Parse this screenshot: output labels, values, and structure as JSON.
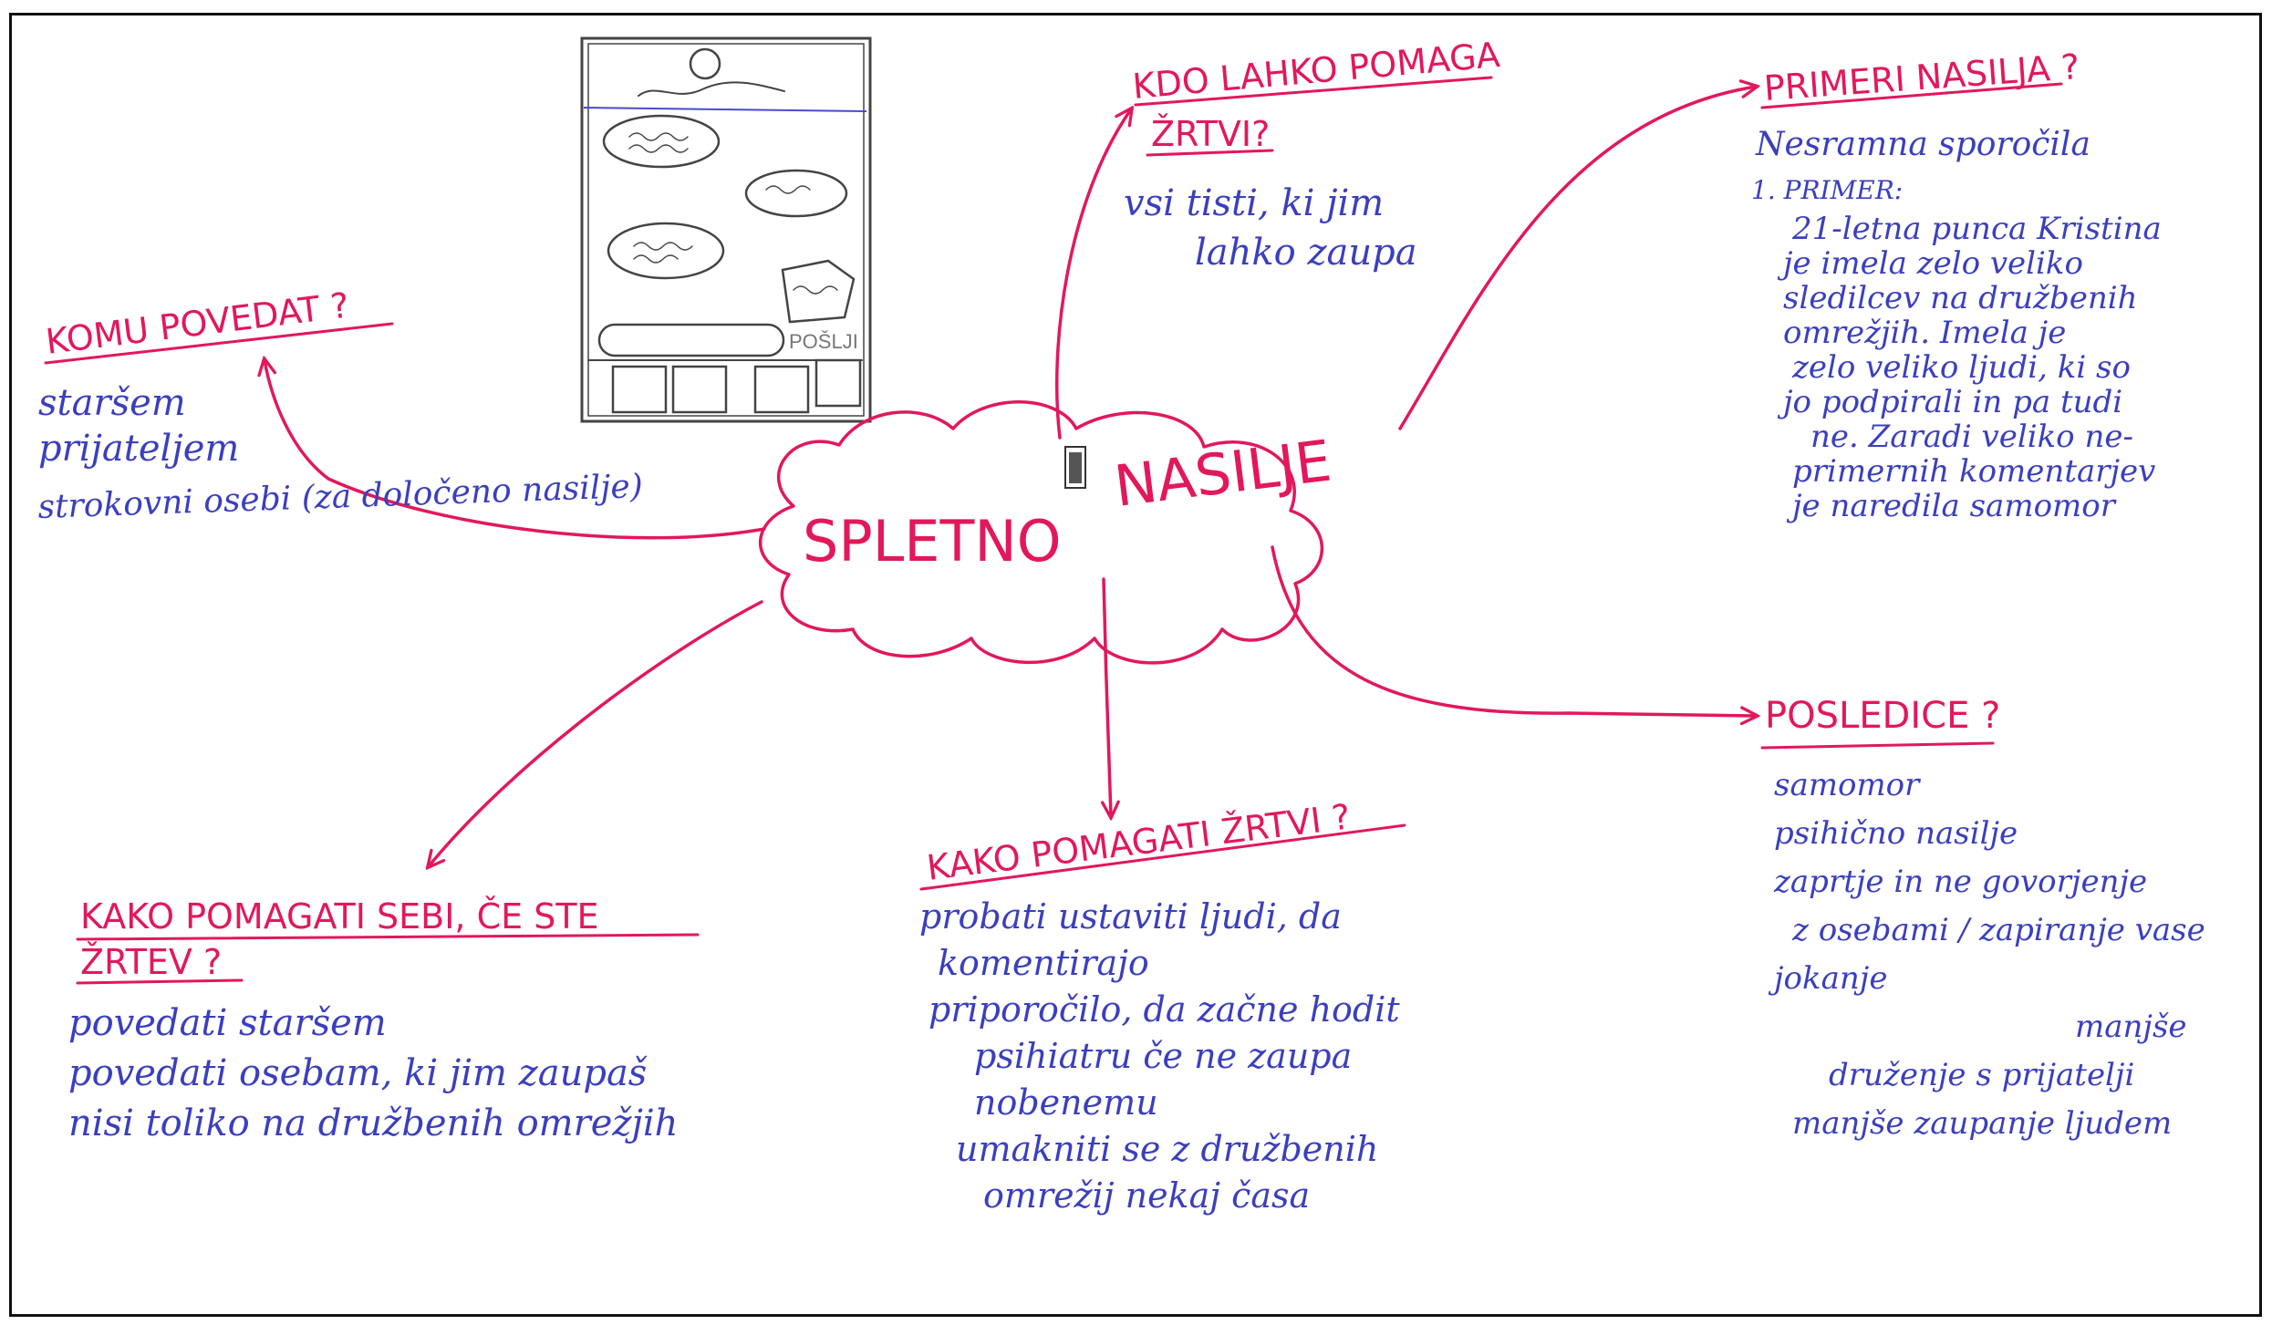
{
  "center": {
    "left": "SPLETNO",
    "right": "NASILJE"
  },
  "branches": {
    "komu": {
      "title": "KOMU POVEDAT ?",
      "items": [
        "staršem",
        "prijateljem",
        "strokovni osebi (za določeno nasilje)"
      ]
    },
    "kdo": {
      "title_line1": "KDO LAHKO POMAGA",
      "title_line2": "ŽRTVI?",
      "items_line1": "vsi tisti, ki jim",
      "items_line2": "lahko zaupa"
    },
    "primeri": {
      "title": "PRIMERI NASILJA ?",
      "item1": "Nesramna sporočila",
      "item2": "1. PRIMER:",
      "story": [
        "21-letna punca Kristina",
        "je imela zelo veliko",
        "sledilcev na družbenih",
        "omrežjih. Imela je",
        "zelo veliko ljudi, ki so",
        "jo podpirali in pa tudi",
        "ne. Zaradi veliko ne-",
        "primernih komentarjev",
        "je naredila samomor"
      ]
    },
    "posledice": {
      "title": "POSLEDICE ?",
      "items": [
        "samomor",
        "psihično nasilje",
        "zaprtje in ne govorjenje",
        "z osebami / zapiranje vase",
        "jokanje",
        "manjše",
        "druženje s prijatelji",
        "manjše zaupanje ljudem"
      ]
    },
    "kako_pomagati_zrtvi": {
      "title": "KAKO POMAGATI ŽRTVI ?",
      "items": [
        "probati ustaviti ljudi, da",
        "komentirajo",
        "priporočilo, da začne hodit",
        "psihiatru če ne zaupa",
        "nobenemu",
        "umakniti se z družbenih",
        "omrežij nekaj časa"
      ]
    },
    "kako_pomagati_sebi": {
      "title_line1": "KAKO POMAGATI SEBI, ČE STE",
      "title_line2": "ŽRTEV ?",
      "items": [
        "povedati staršem",
        "povedati osebam, ki jim zaupaš",
        "nisi toliko na družbenih omrežjih"
      ]
    }
  },
  "sketch": {
    "button_label": "POŠLJI"
  },
  "colors": {
    "red": "#e2185a",
    "blue": "#3a3fbf"
  }
}
